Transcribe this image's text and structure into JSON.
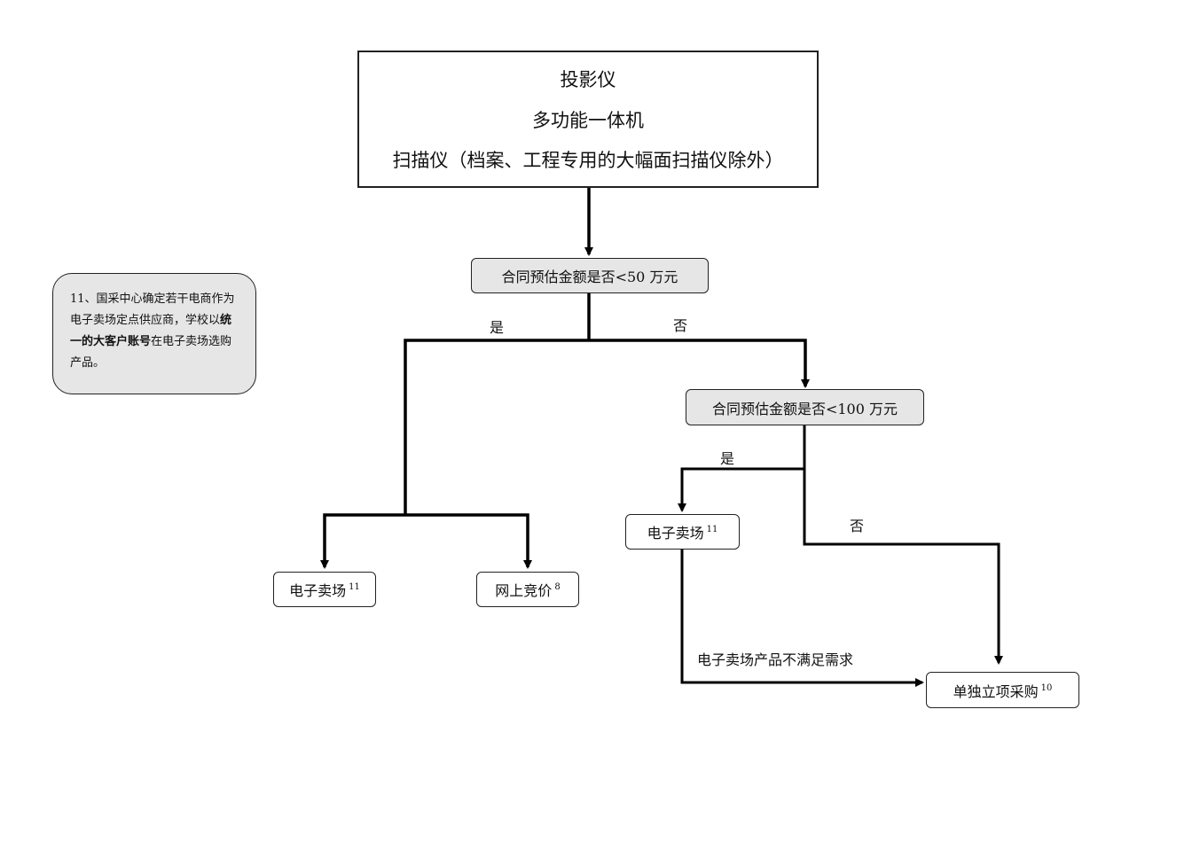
{
  "top_box": {
    "line1": "投影仪",
    "line2": "多功能一体机",
    "line3": "扫描仪（档案、工程专用的大幅面扫描仪除外）"
  },
  "decision1": {
    "text": "合同预估金额是否<50 万元"
  },
  "decision2": {
    "text": "合同预估金额是否<100 万元"
  },
  "labels": {
    "d1_yes": "是",
    "d1_no": "否",
    "d2_yes": "是",
    "d2_no": "否",
    "not_meet": "电子卖场产品不满足需求"
  },
  "leaves": {
    "mall_left": {
      "text": "电子卖场",
      "sup": "11"
    },
    "bidding": {
      "text": "网上竞价",
      "sup": "8"
    },
    "mall_right": {
      "text": "电子卖场",
      "sup": "11"
    },
    "separate": {
      "text": "单独立项采购",
      "sup": "10"
    }
  },
  "note": {
    "part1": "11、国采中心确定若干电商作为电子卖场定点供应商，学校以",
    "bold": "统一的大客户账号",
    "part2": "在电子卖场选购产品。"
  },
  "colors": {
    "line": "#000000",
    "gray_fill": "#e6e6e6",
    "border": "#222222"
  }
}
